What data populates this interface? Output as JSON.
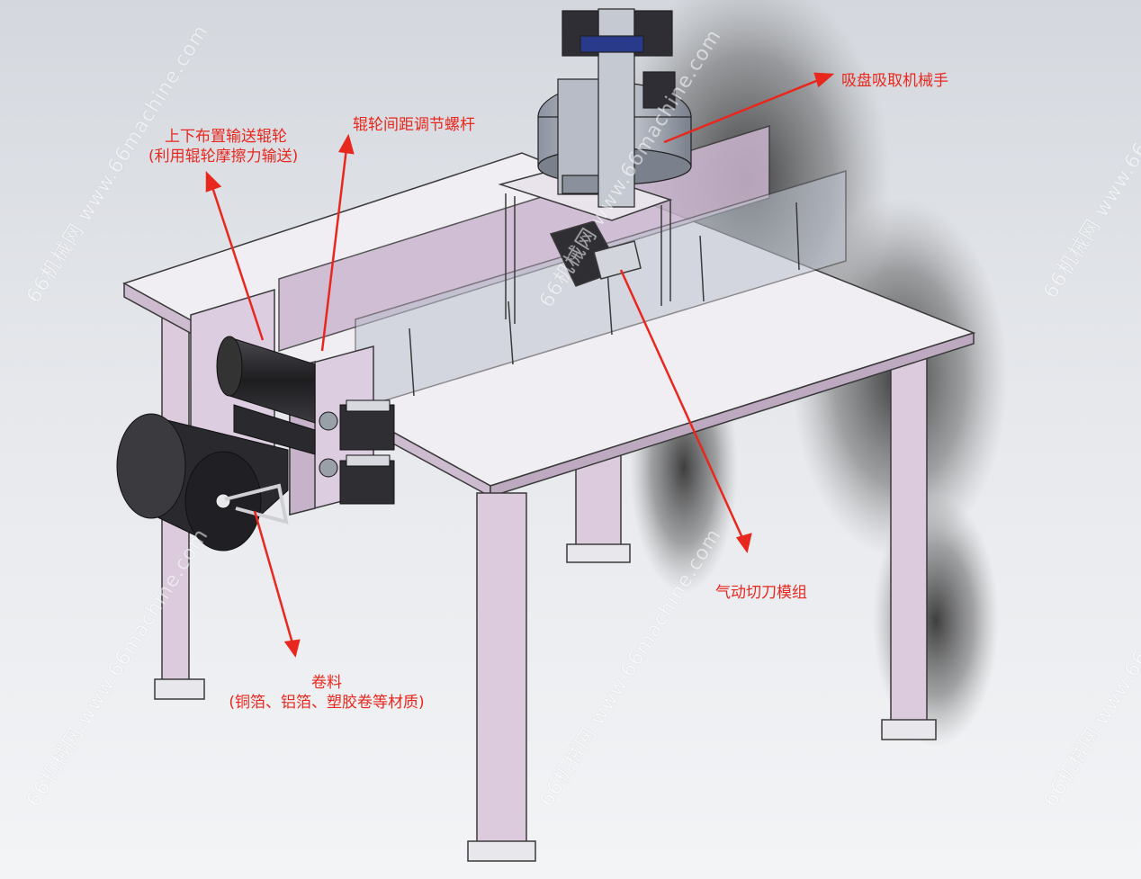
{
  "colors": {
    "annotation": "#e8281e",
    "frame_panel": "#d9c9d9",
    "frame_edge": "#3a3a3a",
    "roll_dark": "#2a2a2e",
    "motor_dark": "#2f2f33"
  },
  "callouts": {
    "rollers": {
      "line1": "上下布置输送辊轮",
      "line2": "(利用辊轮摩擦力输送)"
    },
    "screw": {
      "line1": "辊轮间距调节螺杆"
    },
    "robot": {
      "line1": "吸盘吸取机械手"
    },
    "cutter": {
      "line1": "气动切刀模组"
    },
    "material": {
      "line1": "卷料",
      "line2": "(铜箔、铝箔、塑胶卷等材质)"
    }
  },
  "watermark": {
    "text": "66机械网 www.66machine.com"
  }
}
